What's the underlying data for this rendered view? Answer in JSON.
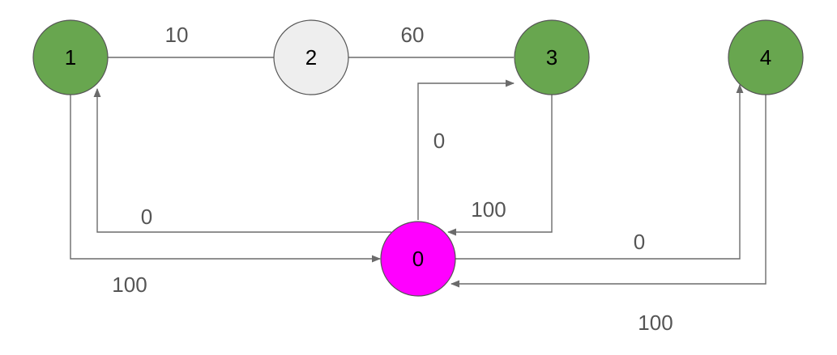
{
  "colors": {
    "green_node": "#68a64f",
    "gray_node": "#eeeeee",
    "magenta_node": "#ff00ff",
    "edge": "#6b6b6b",
    "edge_label": "#555555"
  },
  "nodes": [
    {
      "id": "1",
      "label": "1",
      "fill": "green"
    },
    {
      "id": "2",
      "label": "2",
      "fill": "gray"
    },
    {
      "id": "3",
      "label": "3",
      "fill": "green"
    },
    {
      "id": "4",
      "label": "4",
      "fill": "green"
    },
    {
      "id": "0",
      "label": "0",
      "fill": "magenta"
    }
  ],
  "edges": [
    {
      "from": "1",
      "to": "2",
      "label": "10",
      "directed": false
    },
    {
      "from": "2",
      "to": "3",
      "label": "60",
      "directed": false
    },
    {
      "from": "0",
      "to": "3",
      "label": "0",
      "directed": true
    },
    {
      "from": "3",
      "to": "0",
      "label": "100",
      "directed": true
    },
    {
      "from": "0",
      "to": "1",
      "label": "0",
      "directed": true
    },
    {
      "from": "1",
      "to": "0",
      "label": "100",
      "directed": true
    },
    {
      "from": "0",
      "to": "4",
      "label": "0",
      "directed": true
    },
    {
      "from": "4",
      "to": "0",
      "label": "100",
      "directed": true
    }
  ]
}
